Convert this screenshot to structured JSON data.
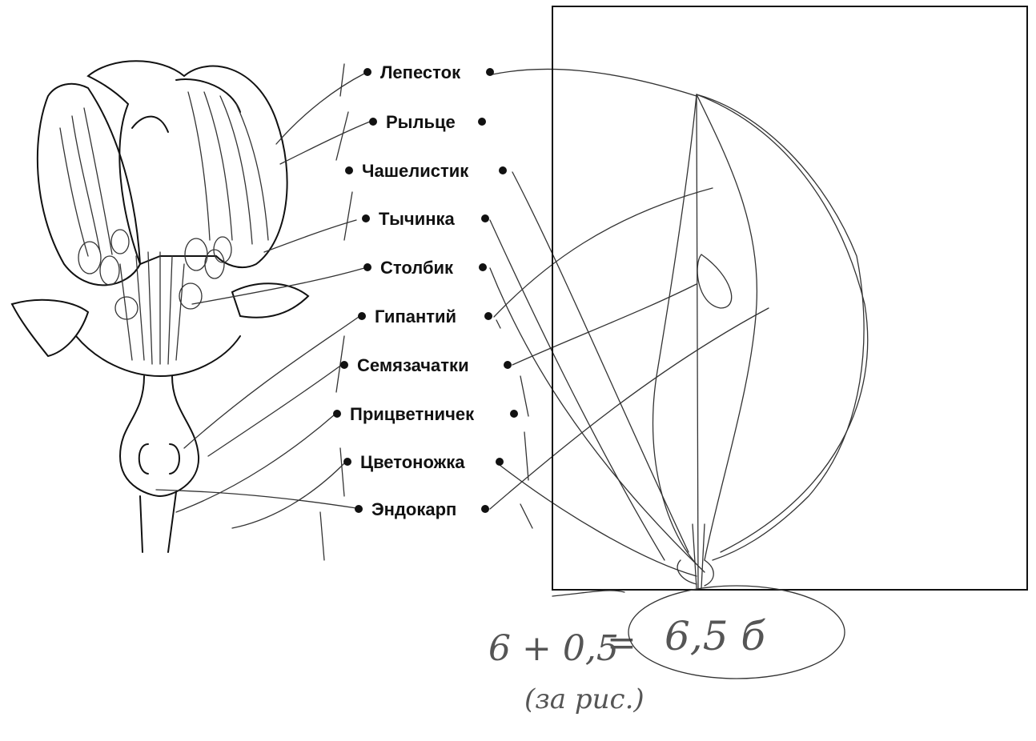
{
  "labels": [
    {
      "text": "Лепесток",
      "dot_left": true,
      "dot_right": true
    },
    {
      "text": "Рыльце",
      "dot_left": true,
      "dot_right": true
    },
    {
      "text": "Чашелистик",
      "dot_left": true,
      "dot_right": true
    },
    {
      "text": "Тычинка",
      "dot_left": true,
      "dot_right": true
    },
    {
      "text": "Столбик",
      "dot_left": true,
      "dot_right": true
    },
    {
      "text": "Гипантий",
      "dot_left": true,
      "dot_right": true
    },
    {
      "text": "Семязачатки",
      "dot_left": true,
      "dot_right": true
    },
    {
      "text": "Прицветничек",
      "dot_left": true,
      "dot_right": true
    },
    {
      "text": "Цветоножка",
      "dot_left": true,
      "dot_right": true
    },
    {
      "text": "Эндокарп",
      "dot_left": true,
      "dot_right": true
    }
  ],
  "handwriting": {
    "formula": "6 + 0,5",
    "note": "(за рис.)",
    "equals": "=",
    "result": "6,5 б"
  }
}
